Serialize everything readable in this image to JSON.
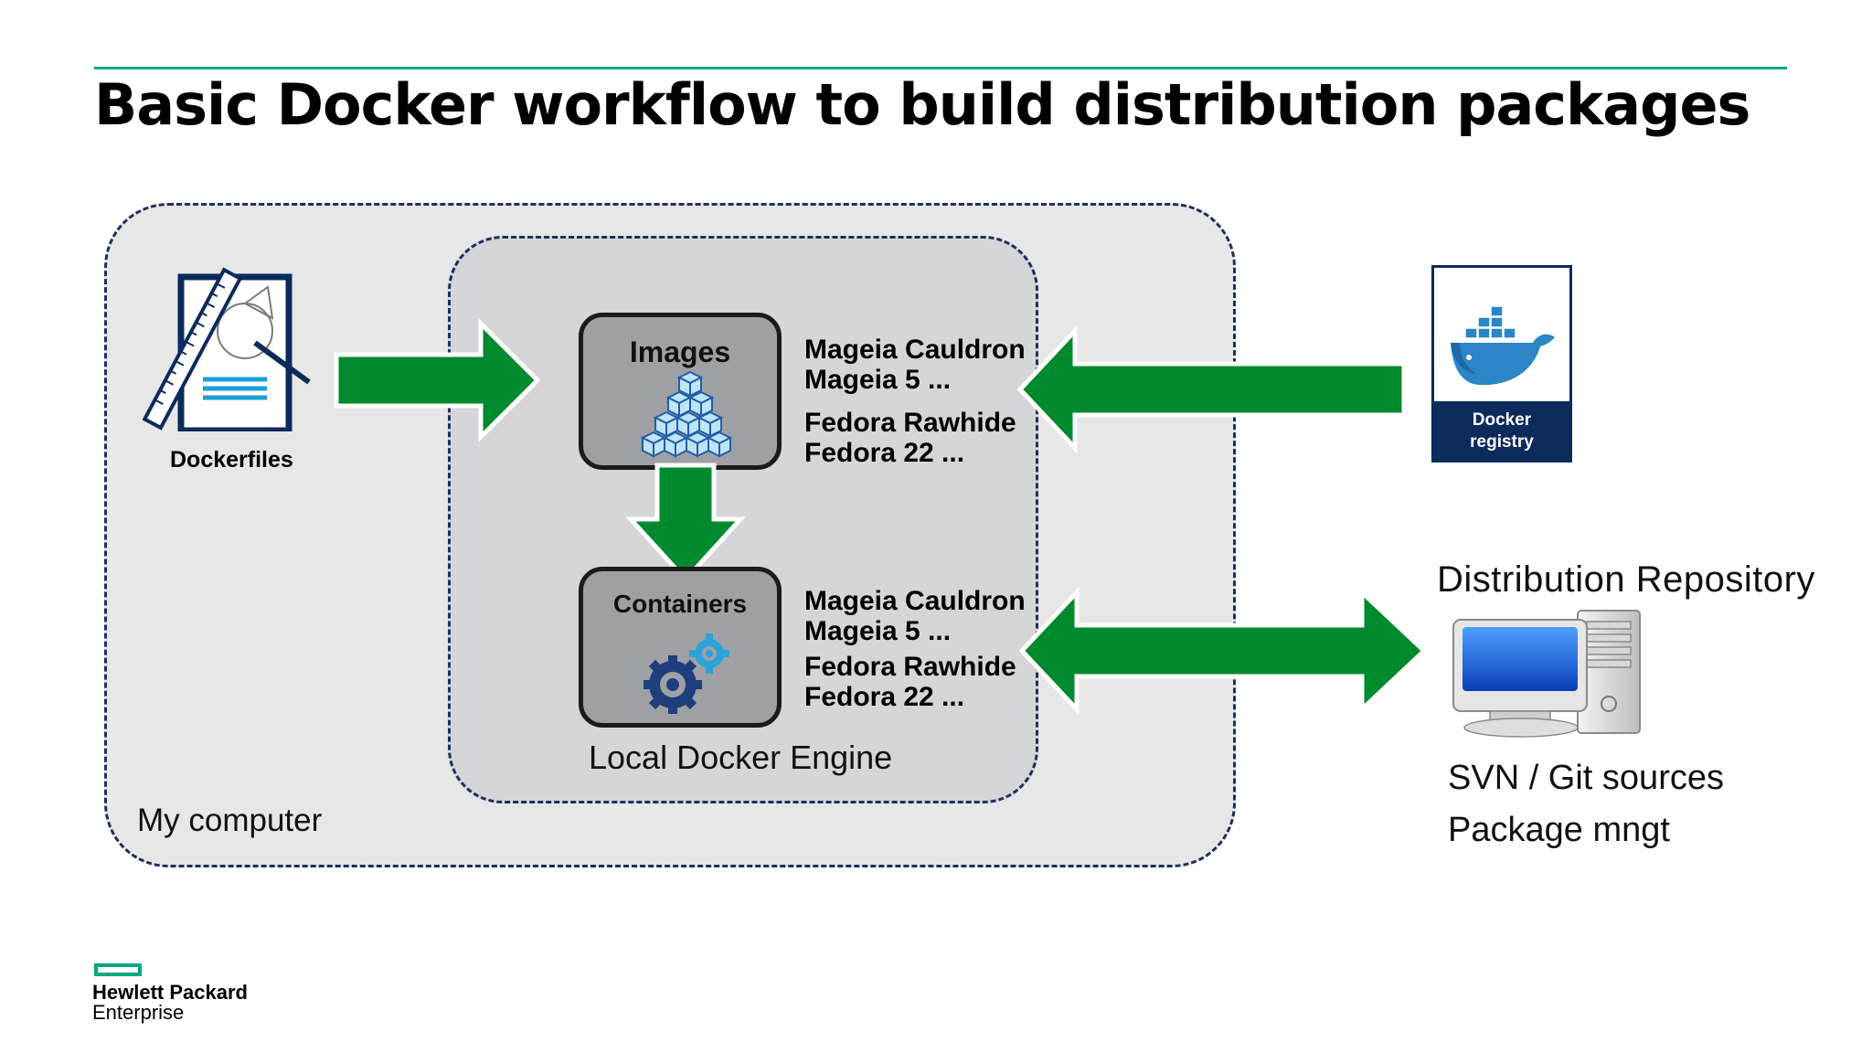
{
  "slide": {
    "title": "Basic Docker workflow to build distribution packages"
  },
  "diagram": {
    "my_computer_label": "My computer",
    "engine_label": "Local Docker Engine",
    "dockerfiles_label": "Dockerfiles",
    "images": {
      "label": "Images",
      "distros": [
        "Mageia Cauldron",
        "Mageia 5 ...",
        "Fedora Rawhide",
        "Fedora 22 ..."
      ]
    },
    "containers": {
      "label": "Containers",
      "distros": [
        "Mageia Cauldron",
        "Mageia 5 ...",
        "Fedora Rawhide",
        "Fedora 22 ..."
      ]
    },
    "registry": {
      "line1": "Docker",
      "line2": "registry"
    },
    "repository": {
      "title": "Distribution Repository",
      "line1": "SVN / Git sources",
      "line2": "Package mngt"
    },
    "colors": {
      "arrow": "#008a2e",
      "accent": "#01a982",
      "navy": "#0d2a5c"
    }
  },
  "brand": {
    "line1": "Hewlett Packard",
    "line2": "Enterprise"
  }
}
